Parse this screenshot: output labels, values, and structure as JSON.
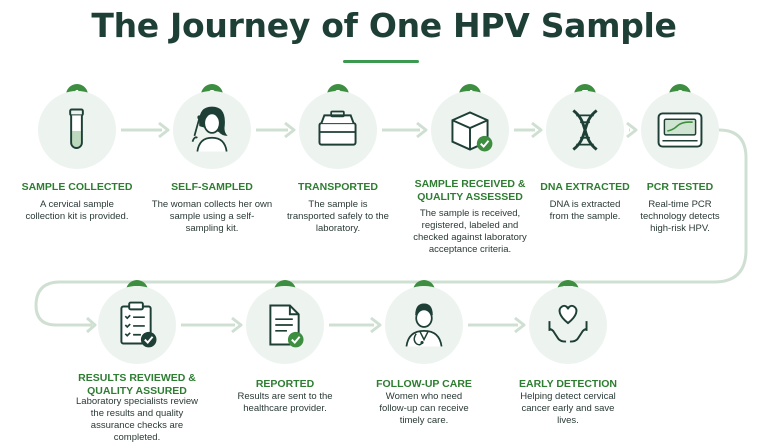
{
  "title": "The Journey of One HPV Sample",
  "steps": [
    {
      "number": "1",
      "label": "SAMPLE COLLECTED",
      "desc": "A cervical sample collection kit is provided.",
      "icon": "test-tube-icon"
    },
    {
      "number": "2",
      "label": "SELF-SAMPLED",
      "desc": "The woman collects her own sample using a self-sampling kit.",
      "icon": "woman-swab-icon"
    },
    {
      "number": "3",
      "label": "TRANSPORTED",
      "desc": "The sample is transported safely to the laboratory.",
      "icon": "transport-box-icon"
    },
    {
      "number": "4",
      "label": "SAMPLE RECEIVED & QUALITY ASSESSED",
      "desc": "The sample is received, registered, labeled and checked against laboratory acceptance criteria.",
      "icon": "package-check-icon"
    },
    {
      "number": "5",
      "label": "DNA EXTRACTED",
      "desc": "DNA is extracted from the sample.",
      "icon": "dna-icon"
    },
    {
      "number": "6",
      "label": "PCR TESTED",
      "desc": "Real-time PCR technology detects high-risk HPV.",
      "icon": "pcr-machine-icon"
    },
    {
      "number": "7",
      "label": "RESULTS REVIEWED & QUALITY ASSURED",
      "desc": "Laboratory specialists review the results and quality assurance checks are completed.",
      "icon": "clipboard-check-icon"
    },
    {
      "number": "8",
      "label": "REPORTED",
      "desc": "Results are sent to the healthcare provider.",
      "icon": "report-check-icon"
    },
    {
      "number": "9",
      "label": "FOLLOW-UP CARE",
      "desc": "Women who need follow-up can receive timely care.",
      "icon": "doctor-icon"
    },
    {
      "number": "10",
      "label": "EARLY DETECTION",
      "desc": "Helping detect cervical cancer early and save lives.",
      "icon": "heart-hands-icon"
    }
  ]
}
